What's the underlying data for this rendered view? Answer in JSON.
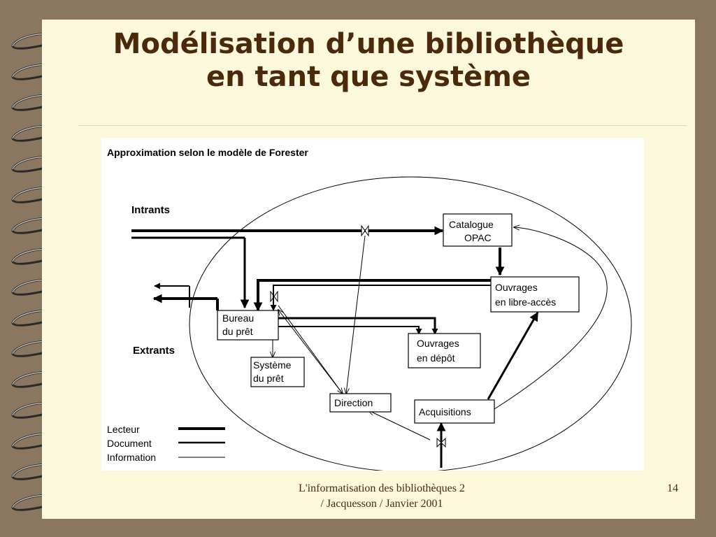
{
  "slide": {
    "title_line1": "Modélisation d’une bibliothèque",
    "title_line2": "en tant que système",
    "footer_line1": "L'informatisation des bibliothèques 2",
    "footer_line2": "/ Jacquesson / Janvier 2001",
    "page_number": "14"
  },
  "diagram": {
    "heading": "Approximation selon le modèle de Forester",
    "inputs_label": "Intrants",
    "outputs_label": "Extrants",
    "nodes": {
      "catalogue_l1": "Catalogue",
      "catalogue_l2": "OPAC",
      "libre_l1": "Ouvrages",
      "libre_l2": "en libre-accès",
      "bureau_l1": "Bureau",
      "bureau_l2": "du prêt",
      "depot_l1": "Ouvrages",
      "depot_l2": "en dépôt",
      "systeme_l1": "Système",
      "systeme_l2": "du prêt",
      "direction": "Direction",
      "acquisitions": "Acquisitions"
    },
    "legend": {
      "reader": "Lecteur",
      "document": "Document",
      "information": "Information"
    }
  },
  "icons": [
    "spiral-binding-icon"
  ]
}
